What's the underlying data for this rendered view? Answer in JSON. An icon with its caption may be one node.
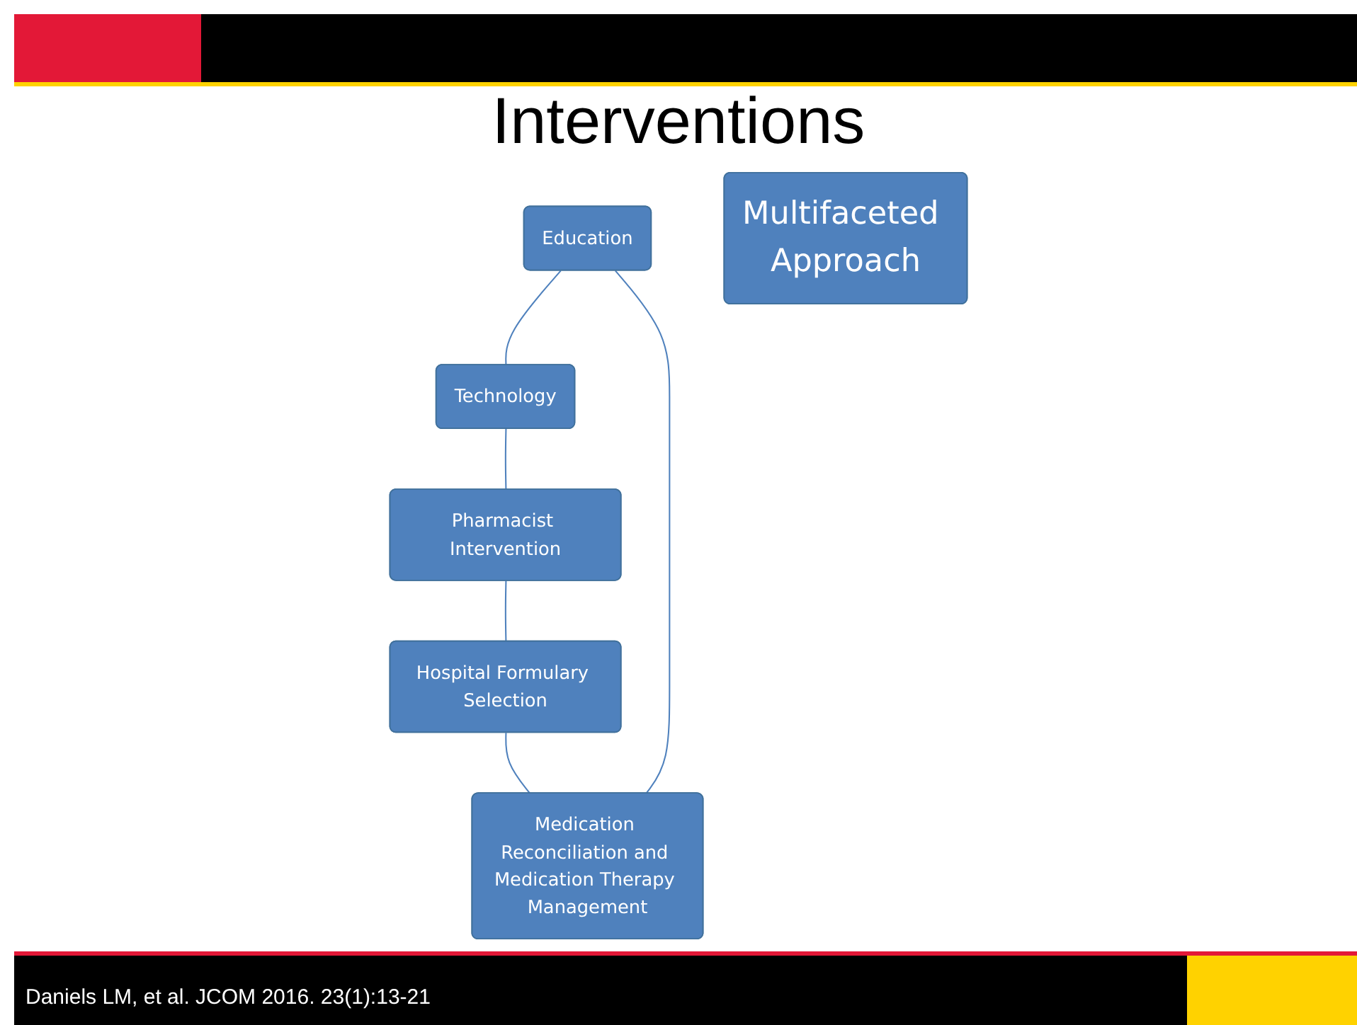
{
  "diagram": {
    "title": "Interventions",
    "caption": "Daniels LM, et al. JCOM 2016. 23(1):13-21",
    "nodes": [
      {
        "text": [
          "Education"
        ]
      },
      {
        "text": [
          "Technology"
        ]
      },
      {
        "text": [
          "Pharmacist Intervention"
        ]
      },
      {
        "text": [
          "Hospital Formulary Selection"
        ]
      },
      {
        "text": [
          "Medication Reconciliation and Medication Therapy Management"
        ]
      },
      {
        "text": [
          "Multifaceted Approach"
        ]
      }
    ],
    "edges": [
      {
        "from": 0,
        "to": 1,
        "arrow": "none"
      },
      {
        "from": 1,
        "to": 2,
        "arrow": "none"
      },
      {
        "from": 2,
        "to": 3,
        "arrow": "none"
      },
      {
        "from": 3,
        "to": 4,
        "arrow": "none"
      },
      {
        "from": 4,
        "to": 0,
        "arrow": "none"
      }
    ]
  }
}
